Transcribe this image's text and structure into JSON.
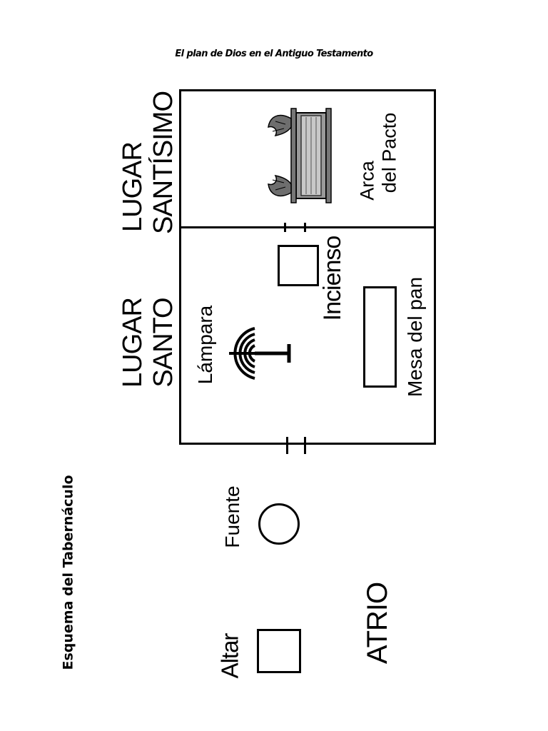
{
  "header": "El plan de Dios en el Antiguo Testamento",
  "title": "Esquema  del  Tabernáculo",
  "labels": {
    "lugar_santisimo_1": "LUGAR",
    "lugar_santisimo_2": "SANTÍSIMO",
    "lugar_santo_1": "LUGAR",
    "lugar_santo_2": "SANTO",
    "lampara": "Lámpara",
    "incienso": "Incienso",
    "mesa": "Mesa del pan",
    "arca_1": "Arca",
    "arca_2": "del Pacto",
    "fuente": "Fuente",
    "altar": "Altar",
    "atrio": "ATRIO"
  },
  "icons": [
    "menorah-icon",
    "ark-of-covenant-icon"
  ]
}
